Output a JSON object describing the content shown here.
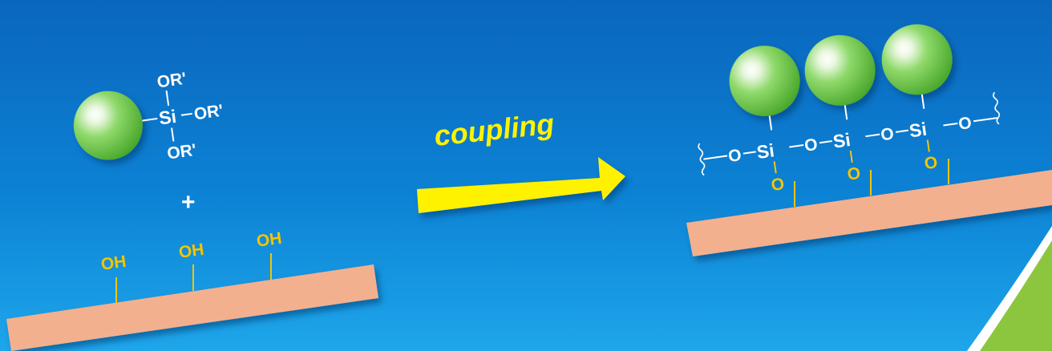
{
  "colors": {
    "background_top": "#0a6cc0",
    "background_bottom": "#1aa0e6",
    "sphere_green": "#6cc84a",
    "substrate_salmon": "#f3b08e",
    "hydroxyl_gold": "#f5c400",
    "arrow_yellow": "#fff200",
    "corner_accent_green": "#8cc63f"
  },
  "reactant": {
    "silane": {
      "top_group": "OR'",
      "center_atom": "Si",
      "right_group": "OR'",
      "bottom_group": "OR'"
    },
    "plus_sign": "+",
    "surface_groups": [
      "OH",
      "OH",
      "OH"
    ]
  },
  "arrow": {
    "label": "coupling"
  },
  "product": {
    "chain": [
      "O",
      "Si",
      "O",
      "Si",
      "O",
      "Si",
      "O"
    ],
    "anchor_oxygens": [
      "O",
      "O",
      "O"
    ]
  }
}
